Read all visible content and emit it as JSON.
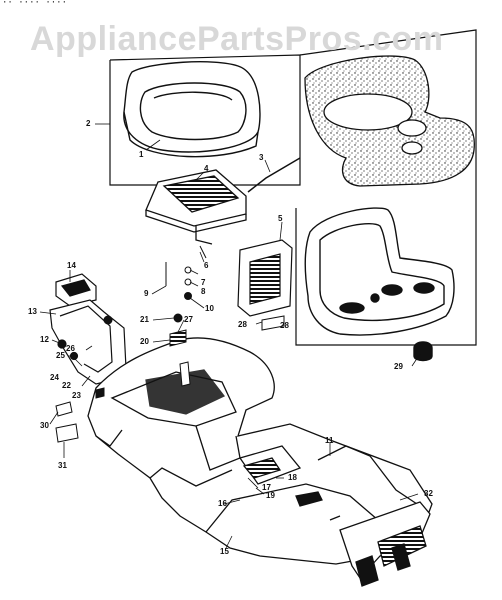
{
  "watermark": "AppliancePartsPros.com",
  "header_fragment": "·· ···· ····",
  "callouts": [
    {
      "id": "c1",
      "text": "1"
    },
    {
      "id": "c2",
      "text": "2"
    },
    {
      "id": "c3",
      "text": "3"
    },
    {
      "id": "c4",
      "text": "4"
    },
    {
      "id": "c5",
      "text": "5"
    },
    {
      "id": "c6",
      "text": "6"
    },
    {
      "id": "c7",
      "text": "7"
    },
    {
      "id": "c8",
      "text": "8"
    },
    {
      "id": "c9",
      "text": "9"
    },
    {
      "id": "c10",
      "text": "10"
    },
    {
      "id": "c11",
      "text": "11"
    },
    {
      "id": "c12",
      "text": "12"
    },
    {
      "id": "c13",
      "text": "13"
    },
    {
      "id": "c14",
      "text": "14"
    },
    {
      "id": "c15",
      "text": "15"
    },
    {
      "id": "c16",
      "text": "16"
    },
    {
      "id": "c17",
      "text": "17"
    },
    {
      "id": "c18",
      "text": "18"
    },
    {
      "id": "c19",
      "text": "19"
    },
    {
      "id": "c20",
      "text": "20"
    },
    {
      "id": "c21",
      "text": "21"
    },
    {
      "id": "c22",
      "text": "22"
    },
    {
      "id": "c23",
      "text": "23"
    },
    {
      "id": "c24",
      "text": "24"
    },
    {
      "id": "c25",
      "text": "25"
    },
    {
      "id": "c26",
      "text": "26"
    },
    {
      "id": "c27",
      "text": "27"
    },
    {
      "id": "c28a",
      "text": "28"
    },
    {
      "id": "c28b",
      "text": "28"
    },
    {
      "id": "c29",
      "text": "29"
    },
    {
      "id": "c30",
      "text": "30"
    },
    {
      "id": "c31",
      "text": "31"
    },
    {
      "id": "c32",
      "text": "32"
    }
  ]
}
